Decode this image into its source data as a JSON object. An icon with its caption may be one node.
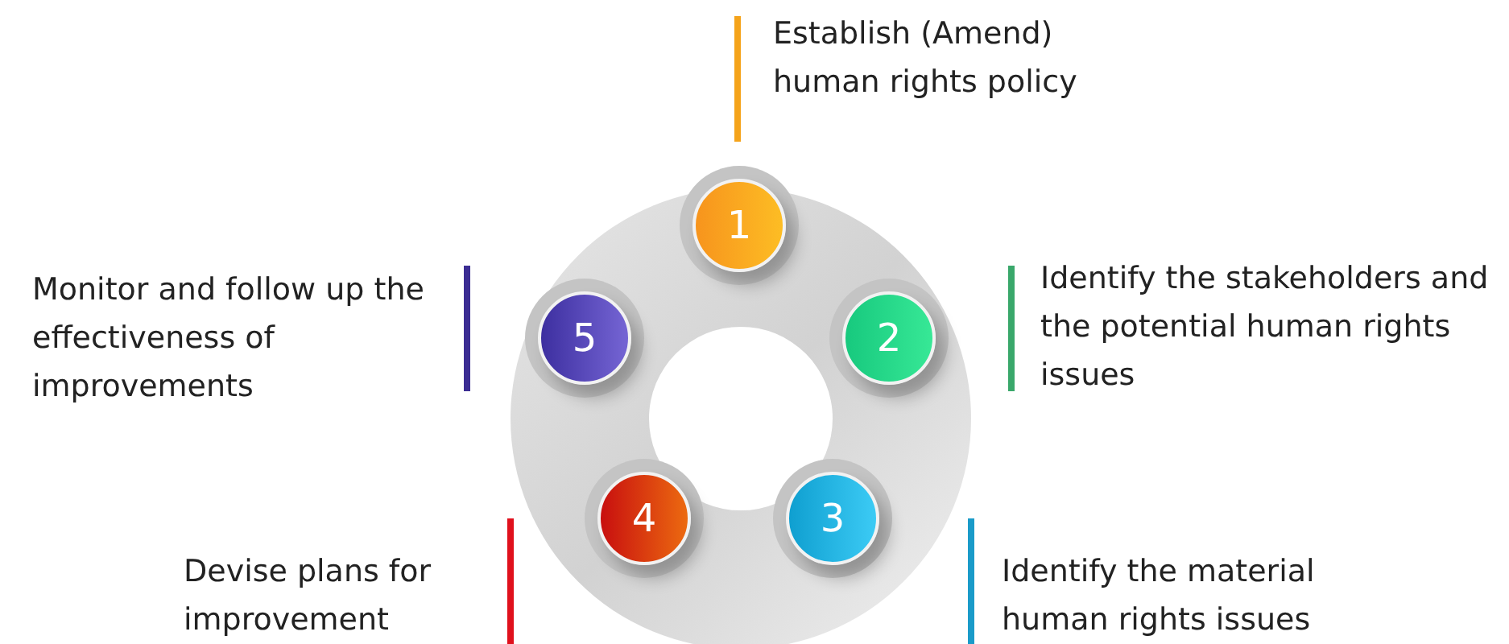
{
  "diagram": {
    "nodes": [
      {
        "text": [
          "1"
        ]
      },
      {
        "text": [
          "2"
        ]
      },
      {
        "text": [
          "3"
        ]
      },
      {
        "text": [
          "4"
        ]
      },
      {
        "text": [
          "5"
        ]
      }
    ],
    "labels": [
      "Establish (Amend) human rights policy",
      "Identify the stakeholders and the potential human rights issues",
      "Identify the material human rights issues",
      "Devise plans for improvement",
      "Monitor and follow up the effectiveness of improvements"
    ]
  }
}
